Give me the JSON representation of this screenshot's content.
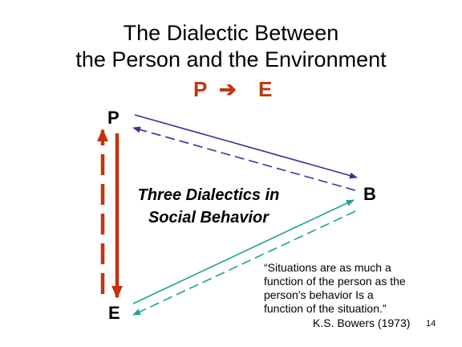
{
  "title": {
    "line1": "The Dialectic Between",
    "line2": "the Person and the Environment"
  },
  "relation": {
    "left": "P",
    "arrow": "➔",
    "right": "E"
  },
  "nodes": {
    "person": "P",
    "behavior": "B",
    "environment": "E"
  },
  "center_label": {
    "line1": "Three Dialectics in",
    "line2": "Social Behavior"
  },
  "quote": {
    "lines": [
      "“Situations are as much a",
      "function of the person as the",
      "person’s behavior Is a",
      "function of the situation.”"
    ],
    "citation": "K.S. Bowers (1973)"
  },
  "slide_number": "14",
  "colors": {
    "accent": "#c0340e",
    "p_b_arrows": "#3b2f9a",
    "e_b_arrows": "#1aa394",
    "text": "#000000"
  }
}
